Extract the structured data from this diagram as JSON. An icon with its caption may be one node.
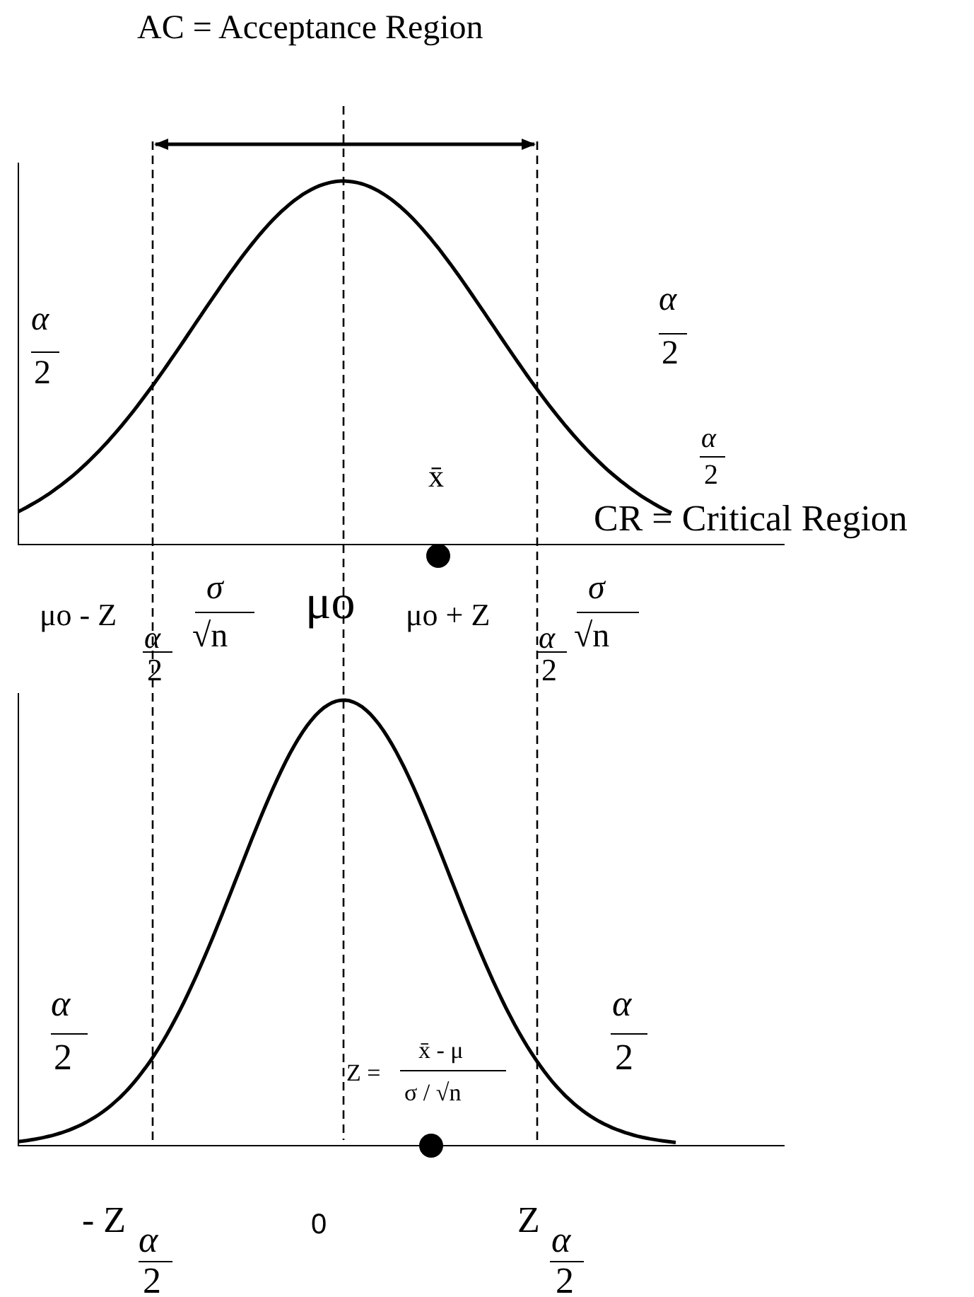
{
  "diagram": {
    "labels": [
      "AC = Acceptance Region",
      "α",
      "2",
      "α",
      "2",
      "x̄",
      "α",
      "2",
      "CR = Critical Region",
      "μo - Z",
      "α",
      "2",
      "σ",
      "√n",
      "μo",
      "μo + Z",
      "α",
      "2",
      "σ",
      "√n",
      "α",
      "2",
      "α",
      "2",
      "Z =",
      "x̄ - μ",
      "σ / √n",
      "- Z",
      "α",
      "2",
      "0",
      "Z",
      "α",
      "2"
    ]
  }
}
